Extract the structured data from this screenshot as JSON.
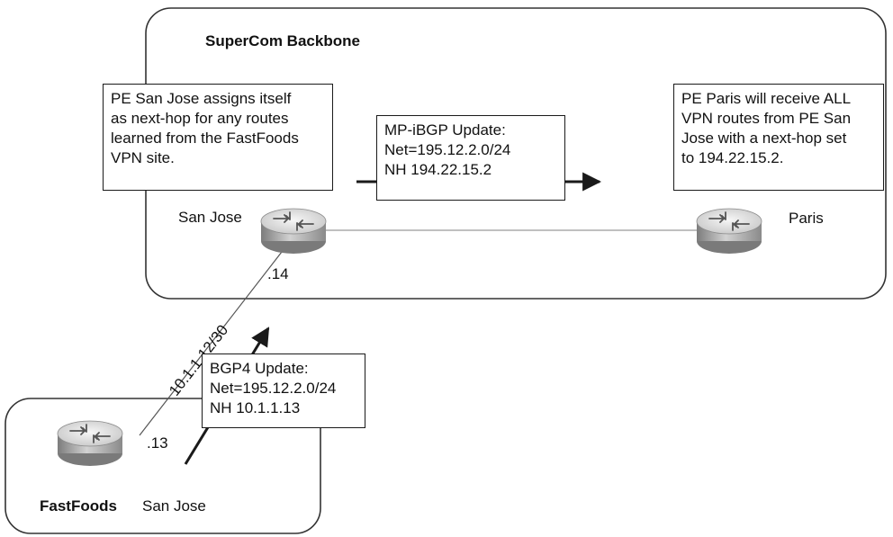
{
  "backbone": {
    "title": "SuperCom Backbone"
  },
  "routers": {
    "pe_san_jose": {
      "label": "San Jose",
      "interface_ip": ".14"
    },
    "pe_paris": {
      "label": "Paris"
    },
    "ce_fastfoods": {
      "site": "FastFoods",
      "location": "San Jose",
      "interface_ip": ".13"
    }
  },
  "link": {
    "subnet": "10.1.1.12/30"
  },
  "notes": {
    "pe_san_jose": [
      "PE San Jose assigns itself",
      "as next-hop for any routes",
      "learned from the FastFoods",
      "VPN site."
    ],
    "pe_paris": [
      "PE Paris will receive ALL",
      "VPN routes from PE San",
      "Jose with a next-hop set",
      "to 194.22.15.2."
    ]
  },
  "updates": {
    "mp_ibgp": [
      "MP-iBGP  Update:",
      "Net=195.12.2.0/24",
      "NH  194.22.15.2"
    ],
    "bgp4": [
      "BGP4  Update:",
      "Net=195.12.2.0/24",
      "NH  10.1.1.13"
    ]
  },
  "colors": {
    "router_top": "#e4e4e4",
    "router_side": "#9a9a9a",
    "line": "#1a1a1a"
  }
}
